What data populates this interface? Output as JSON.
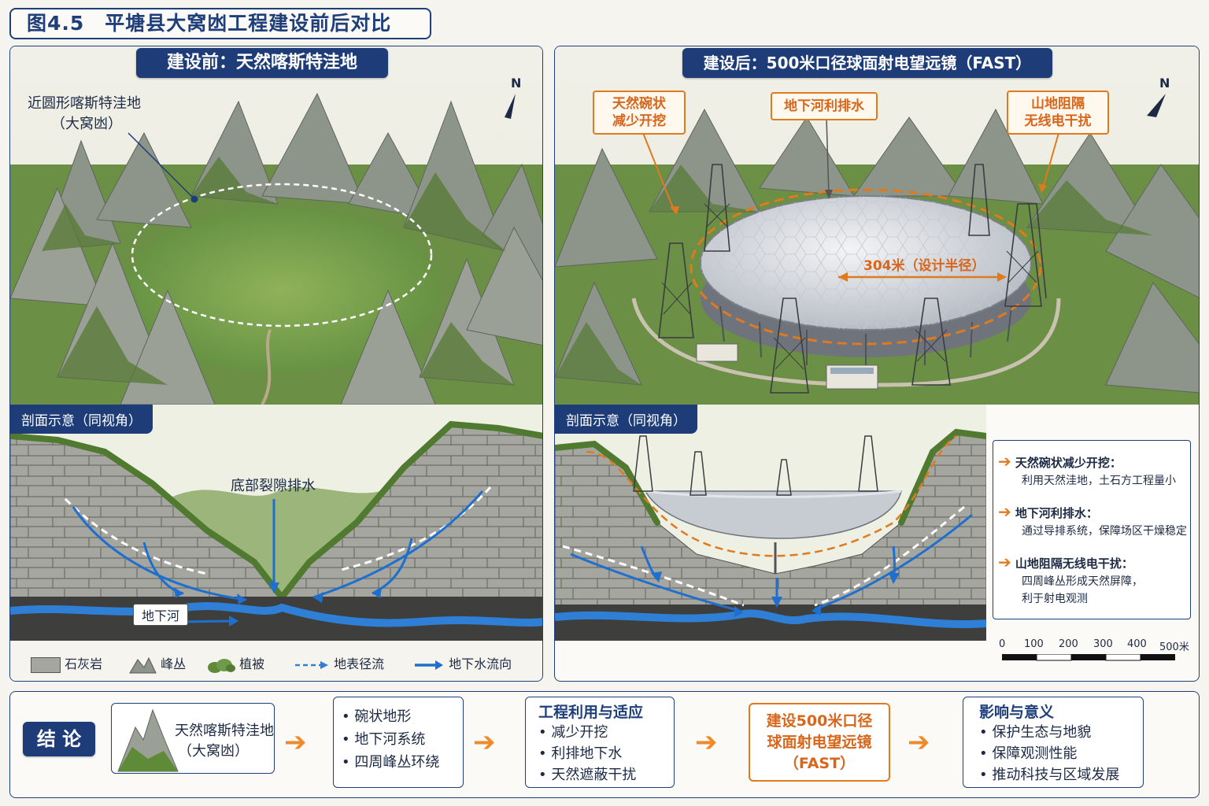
{
  "figure_title": "图4.5　平塘县大窝凼工程建设前后对比",
  "before": {
    "banner": "建设前：天然喀斯特洼地",
    "label_depression": "近圆形喀斯特洼地",
    "label_depression_sub": "（大窝凼）",
    "compass": "N"
  },
  "after": {
    "banner": "建设后：500米口径球面射电望远镜（FAST）",
    "callout_bowl": [
      "天然碗状",
      "减少开挖"
    ],
    "callout_river": "地下河利排水",
    "callout_mountain": [
      "山地阻隔",
      "无线电干扰"
    ],
    "radius_label": "304米（设计半径）",
    "compass": "N"
  },
  "section_before": {
    "tab": "剖面示意（同视角）",
    "label_crack": "底部裂隙排水",
    "label_river": "地下河"
  },
  "section_after": {
    "tab": "剖面示意（同视角）"
  },
  "legend": [
    {
      "icon": "limestone-icon",
      "label": "石灰岩"
    },
    {
      "icon": "peak-cluster-icon",
      "label": "峰丛"
    },
    {
      "icon": "vegetation-icon",
      "label": "植被"
    },
    {
      "icon": "surface-runoff-icon",
      "label": "地表径流"
    },
    {
      "icon": "groundwater-icon",
      "label": "地下水流向"
    }
  ],
  "notes": [
    {
      "title": "天然碗状减少开挖：",
      "body": "利用天然洼地，土石方工程量小"
    },
    {
      "title": "地下河利排水：",
      "body": "通过导排系统，保障场区干燥稳定"
    },
    {
      "title": "山地阻隔无线电干扰：",
      "body": [
        "四周峰丛形成天然屏障，",
        "利于射电观测"
      ]
    }
  ],
  "scale_bar": [
    "0",
    "100",
    "200",
    "300",
    "400",
    "500米"
  ],
  "conclusion": {
    "badge": "结 论",
    "start": [
      "天然喀斯特洼地",
      "（大窝凼）"
    ],
    "features": [
      "• 碗状地形",
      "• 地下河系统",
      "• 四周峰丛环绕"
    ],
    "engineering_title": "工程利用与适应",
    "engineering_items": [
      "• 减少开挖",
      "• 利排地下水",
      "• 天然遮蔽干扰"
    ],
    "fast": [
      "建设500米口径",
      "球面射电望远镜",
      "（FAST）"
    ],
    "impact_title": "影响与意义",
    "impact_items": [
      "• 保护生态与地貌",
      "• 保障观测性能",
      "• 推动科技与区域发展"
    ]
  },
  "colors": {
    "navy": "#1e3c78",
    "orange": "#e07a1e",
    "water": "#2f7fd6",
    "rock": "#a9a9a4",
    "green": "#6f9a4a"
  }
}
